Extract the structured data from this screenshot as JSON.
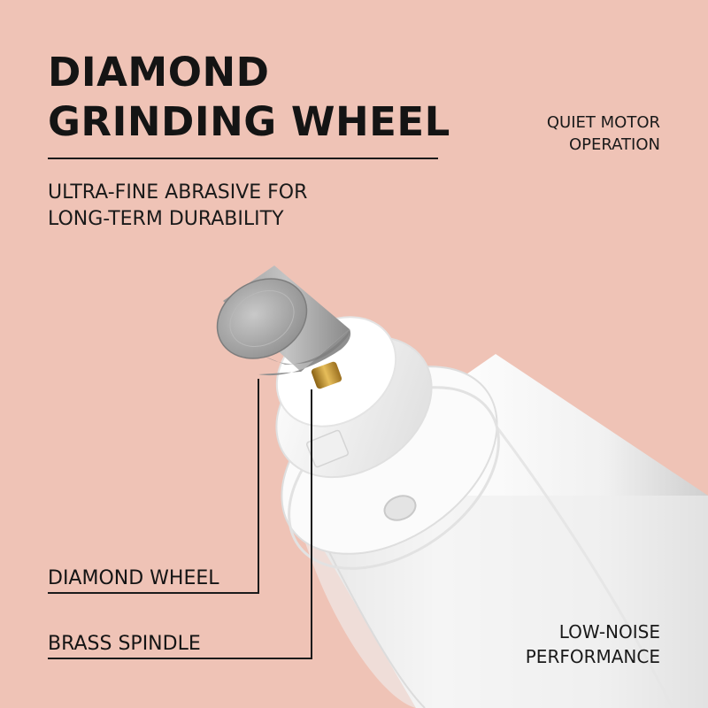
{
  "headline": {
    "line1": "DIAMOND",
    "line2": "GRINDING WHEEL"
  },
  "subheadline": {
    "line1": "ULTRA-FINE ABRASIVE FOR",
    "line2": "LONG-TERM DURABILITY"
  },
  "feature_top": {
    "line1": "QUIET MOTOR",
    "line2": "OPERATION"
  },
  "feature_bottom": {
    "line1": "LOW-NOISE",
    "line2": "PERFORMANCE"
  },
  "callouts": [
    {
      "label": "DIAMOND WHEEL"
    },
    {
      "label": "BRASS SPINDLE"
    }
  ],
  "colors": {
    "background": "#efc3b6",
    "text": "#141414",
    "body": "#f6f6f6",
    "wheel": "#a9a9a9",
    "brass": "#c99a3a"
  }
}
